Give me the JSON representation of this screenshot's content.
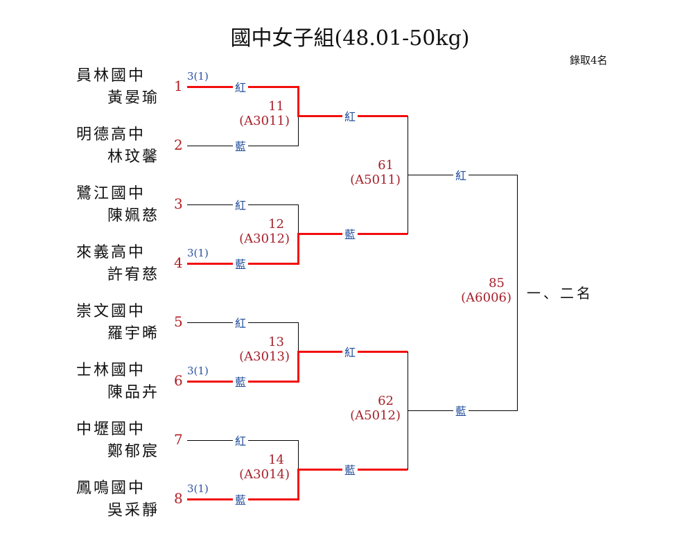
{
  "title": "國中女子組(48.01-50kg)",
  "quota": "錄取4名",
  "colors": {
    "win_line": "#f20d0d",
    "seed": "#b01e23",
    "corner": "#1f4b99",
    "match": "#a5202a"
  },
  "entrants": [
    {
      "seed": "1",
      "school": "員林國中",
      "name": "黃晏瑜",
      "corner": "紅",
      "score": "3(1)",
      "winner": true
    },
    {
      "seed": "2",
      "school": "明德高中",
      "name": "林玟馨",
      "corner": "藍",
      "score": "",
      "winner": false
    },
    {
      "seed": "3",
      "school": "鷺江國中",
      "name": "陳姵慈",
      "corner": "紅",
      "score": "",
      "winner": false
    },
    {
      "seed": "4",
      "school": "來義高中",
      "name": "許宥慈",
      "corner": "藍",
      "score": "3(1)",
      "winner": true
    },
    {
      "seed": "5",
      "school": "崇文國中",
      "name": "羅宇晞",
      "corner": "紅",
      "score": "",
      "winner": false
    },
    {
      "seed": "6",
      "school": "士林國中",
      "name": "陳品卉",
      "corner": "藍",
      "score": "3(1)",
      "winner": true
    },
    {
      "seed": "7",
      "school": "中壢國中",
      "name": "鄭郁宸",
      "corner": "紅",
      "score": "",
      "winner": false
    },
    {
      "seed": "8",
      "school": "鳳鳴國中",
      "name": "吳采靜",
      "corner": "藍",
      "score": "3(1)",
      "winner": true
    }
  ],
  "round1": [
    {
      "no": "11",
      "code": "(A3011)"
    },
    {
      "no": "12",
      "code": "(A3012)"
    },
    {
      "no": "13",
      "code": "(A3013)"
    },
    {
      "no": "14",
      "code": "(A3014)"
    }
  ],
  "round2_slots": [
    {
      "corner": "紅",
      "winner": true
    },
    {
      "corner": "藍",
      "winner": true
    },
    {
      "corner": "紅",
      "winner": true
    },
    {
      "corner": "藍",
      "winner": true
    }
  ],
  "round2": [
    {
      "no": "61",
      "code": "(A5011)"
    },
    {
      "no": "62",
      "code": "(A5012)"
    }
  ],
  "final_slots": [
    {
      "corner": "紅",
      "winner": false
    },
    {
      "corner": "藍",
      "winner": false
    }
  ],
  "final": {
    "no": "85",
    "code": "(A6006)",
    "place_label": "一、二名"
  }
}
